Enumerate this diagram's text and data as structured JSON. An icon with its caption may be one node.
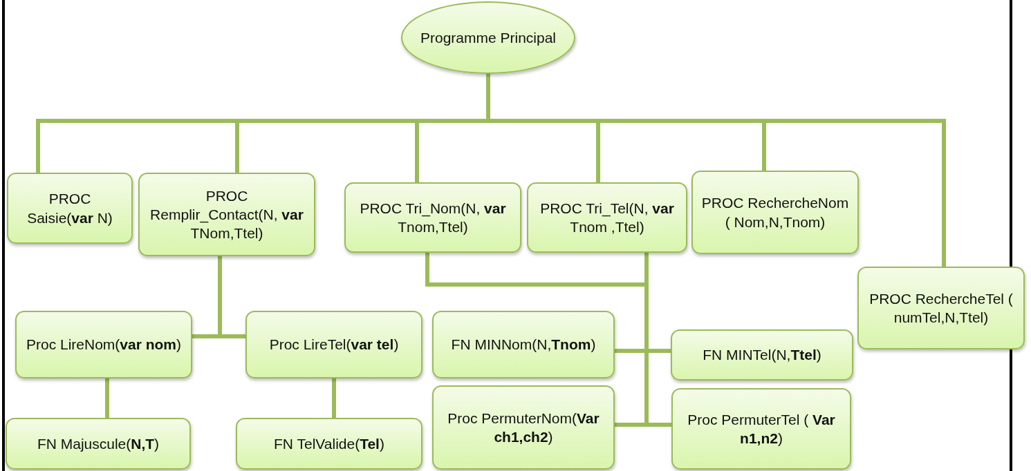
{
  "diagram": {
    "nodes": [
      {
        "text": [
          "Programme Principal"
        ]
      },
      {
        "text": [
          "PROC Saisie(**var** N)"
        ]
      },
      {
        "text": [
          "PROC Remplir_Contact(N, **var** TNom,Ttel)"
        ]
      },
      {
        "text": [
          "PROC Tri_Nom(N, **var** Tnom,Ttel)"
        ]
      },
      {
        "text": [
          "PROC Tri_Tel(N, **var** Tnom ,Ttel)"
        ]
      },
      {
        "text": [
          "PROC RechercheNom ( Nom,N,Tnom)"
        ]
      },
      {
        "text": [
          "PROC RechercheTel ( numTel,N,Ttel)"
        ]
      },
      {
        "text": [
          "Proc LireNom(**var nom**)"
        ]
      },
      {
        "text": [
          "Proc LireTel(**var tel**)"
        ]
      },
      {
        "text": [
          "FN MINNom(N,**Tnom**)"
        ]
      },
      {
        "text": [
          "FN MINTel(N,**Ttel**)"
        ]
      },
      {
        "text": [
          "FN Majuscule(**N,T**)"
        ]
      },
      {
        "text": [
          "FN TelValide(**Tel**)"
        ]
      },
      {
        "text": [
          "Proc PermuterNom(**Var ch1,ch2**)"
        ]
      },
      {
        "text": [
          "Proc PermuterTel ( **Var n1,n2**)"
        ]
      }
    ],
    "edges": [
      {
        "from": 0,
        "to": 1,
        "arrow": "none"
      },
      {
        "from": 0,
        "to": 2,
        "arrow": "none"
      },
      {
        "from": 0,
        "to": 3,
        "arrow": "none"
      },
      {
        "from": 0,
        "to": 4,
        "arrow": "none"
      },
      {
        "from": 0,
        "to": 5,
        "arrow": "none"
      },
      {
        "from": 0,
        "to": 6,
        "arrow": "none"
      },
      {
        "from": 2,
        "to": 7,
        "arrow": "none"
      },
      {
        "from": 2,
        "to": 8,
        "arrow": "none"
      },
      {
        "from": 7,
        "to": 11,
        "arrow": "none"
      },
      {
        "from": 8,
        "to": 12,
        "arrow": "none"
      },
      {
        "from": 3,
        "to": 9,
        "arrow": "none"
      },
      {
        "from": 3,
        "to": 10,
        "arrow": "none"
      },
      {
        "from": 3,
        "to": 13,
        "arrow": "none"
      },
      {
        "from": 3,
        "to": 14,
        "arrow": "none"
      },
      {
        "from": 4,
        "to": 9,
        "arrow": "none"
      },
      {
        "from": 4,
        "to": 10,
        "arrow": "none"
      },
      {
        "from": 4,
        "to": 13,
        "arrow": "none"
      },
      {
        "from": 4,
        "to": 14,
        "arrow": "none"
      }
    ]
  }
}
